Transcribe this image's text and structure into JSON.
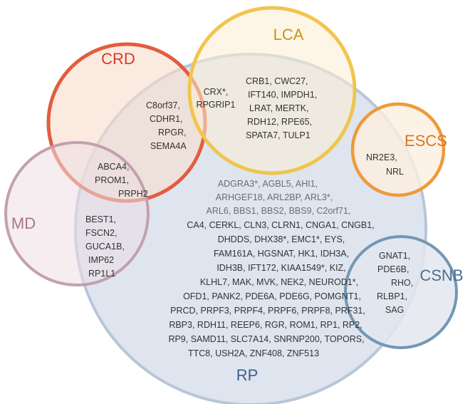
{
  "colors": {
    "rp_fill": "#d3dce9",
    "rp_stroke": "#b9c6d9",
    "rp_label": "#3e5d8f",
    "crd_fill": "#f9dccb",
    "crd_stroke": "#e25d3e",
    "crd_label": "#d83a26",
    "lca_fill": "#fbefd4",
    "lca_stroke": "#f0c54e",
    "lca_label": "#c7931a",
    "escs_fill": "#fcefe0",
    "escs_stroke": "#ee9a3a",
    "escs_label": "#d9781a",
    "csnb_fill": "#e3e8ee",
    "csnb_stroke": "#7397b5",
    "csnb_label": "#486f94",
    "md_fill": "#ecdfe3",
    "md_stroke": "#c3a0ad",
    "md_label": "#a8768a"
  },
  "labels": {
    "rp": "RP",
    "crd": "CRD",
    "lca": "LCA",
    "escs": "ESCS",
    "csnb": "CSNB",
    "md": "MD"
  },
  "groups": {
    "crd_lca": [
      "CRX*,",
      "RPGRIP1"
    ],
    "crd_rp": [
      "C8orf37,",
      "CDHR1,",
      "RPGR,",
      "SEMA4A"
    ],
    "crd_md_rp": [
      "ABCA4,",
      "PROM1,",
      "PRPH2"
    ],
    "lca_rp": [
      "CRB1, CWC27,",
      "IFT140, IMPDH1,",
      "LRAT, MERTK,",
      "RDH12, RPE65,",
      "SPATA7, TULP1"
    ],
    "escs_rp": [
      "NR2E3,",
      "NRL"
    ],
    "md_rp": [
      "BEST1,",
      "FSCN2,",
      "GUCA1B,",
      "IMP62",
      "RP1L1"
    ],
    "csnb_rp": [
      "GNAT1,",
      "PDE6B,",
      "RHO,",
      "RLBP1,",
      "SAG"
    ],
    "rp_grey": [
      "ADGRA3*, AGBL5, AHI1,",
      "ARHGEF18, ARL2BP, ARL3*,",
      "ARL6, BBS1, BBS2, BBS9, C2orf71,"
    ],
    "rp_main": [
      "CA4, CERKL, CLN3, CLRN1, CNGA1, CNGB1,",
      "DHDDS, DHX38*, EMC1*, EYS,",
      "FAM161A, HGSNAT, HK1, IDH3A,",
      "IDH3B, IFT172, KIAA1549*, KIZ,",
      "KLHL7, MAK, MVK, NEK2, NEUROD1*,",
      "OFD1, PANK2, PDE6A, PDE6G, POMGNT1,",
      "PRCD, PRPF3, PRPF4, PRPF6, PRPF8, PRF31,",
      "RBP3, RDH11, REEP6, RGR, ROM1, RP1, RP2,",
      "RP9, SAMD11, SLC7A14, SNRNP200, TOPORS,",
      "TTC8, USH2A, ZNF408, ZNF513"
    ]
  }
}
